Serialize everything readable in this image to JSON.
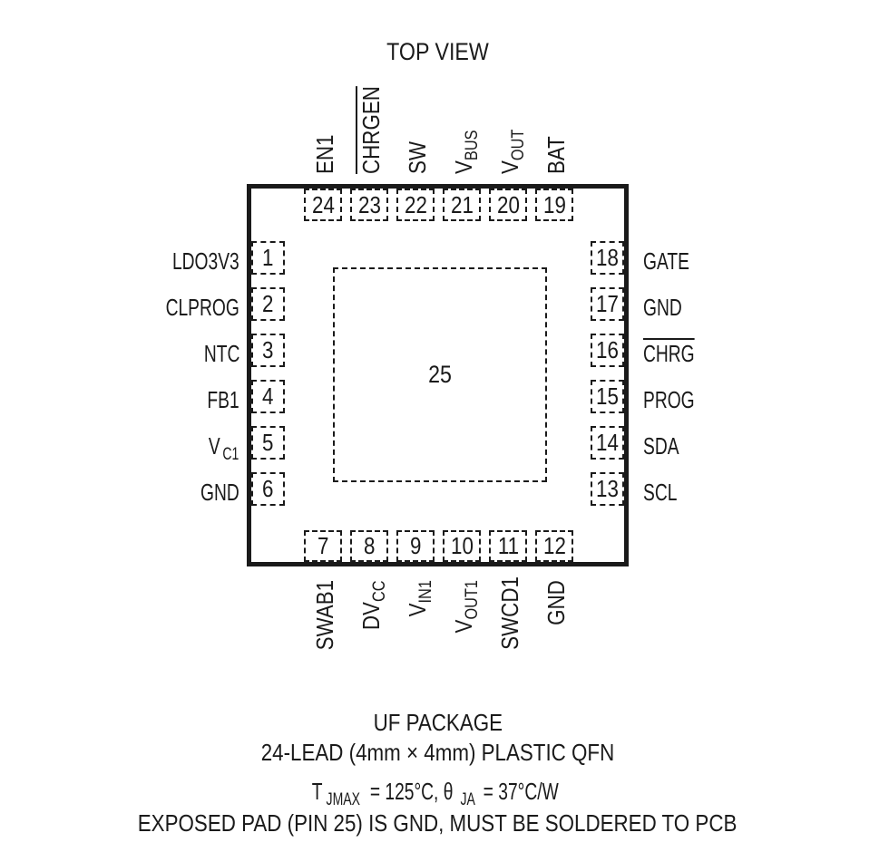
{
  "title": "TOP VIEW",
  "exposed_pad_number": "25",
  "pins_top": [
    {
      "num": "24",
      "name": "EN1"
    },
    {
      "num": "23",
      "name": "CHRGEN",
      "overline": true
    },
    {
      "num": "22",
      "name": "SW"
    },
    {
      "num": "21",
      "name": "V",
      "sub": "BUS"
    },
    {
      "num": "20",
      "name": "V",
      "sub": "OUT"
    },
    {
      "num": "19",
      "name": "BAT"
    }
  ],
  "pins_left": [
    {
      "num": "1",
      "name": "LDO3V3"
    },
    {
      "num": "2",
      "name": "CLPROG"
    },
    {
      "num": "3",
      "name": "NTC"
    },
    {
      "num": "4",
      "name": "FB1"
    },
    {
      "num": "5",
      "name": "V",
      "sub": "C1"
    },
    {
      "num": "6",
      "name": "GND"
    }
  ],
  "pins_right": [
    {
      "num": "18",
      "name": "GATE"
    },
    {
      "num": "17",
      "name": "GND"
    },
    {
      "num": "16",
      "name": "CHRG",
      "overline": true
    },
    {
      "num": "15",
      "name": "PROG"
    },
    {
      "num": "14",
      "name": "SDA"
    },
    {
      "num": "13",
      "name": "SCL"
    }
  ],
  "pins_bottom": [
    {
      "num": "7",
      "name": "SWAB1"
    },
    {
      "num": "8",
      "name": "DV",
      "sub": "CC"
    },
    {
      "num": "9",
      "name": "V",
      "sub": "IN1"
    },
    {
      "num": "10",
      "name": "V",
      "sub": "OUT1"
    },
    {
      "num": "11",
      "name": "SWCD1"
    },
    {
      "num": "12",
      "name": "GND"
    }
  ],
  "caption": {
    "package": "UF PACKAGE",
    "description": "24-LEAD (4mm × 4mm) PLASTIC QFN",
    "thermal_prefix": "T",
    "thermal_sub": "JMAX",
    "thermal_mid": " = 125°C, θ",
    "thermal_sub2": "JA",
    "thermal_suffix": " = 37°C/W",
    "note": "EXPOSED PAD (PIN 25) IS GND, MUST BE SOLDERED TO PCB"
  }
}
